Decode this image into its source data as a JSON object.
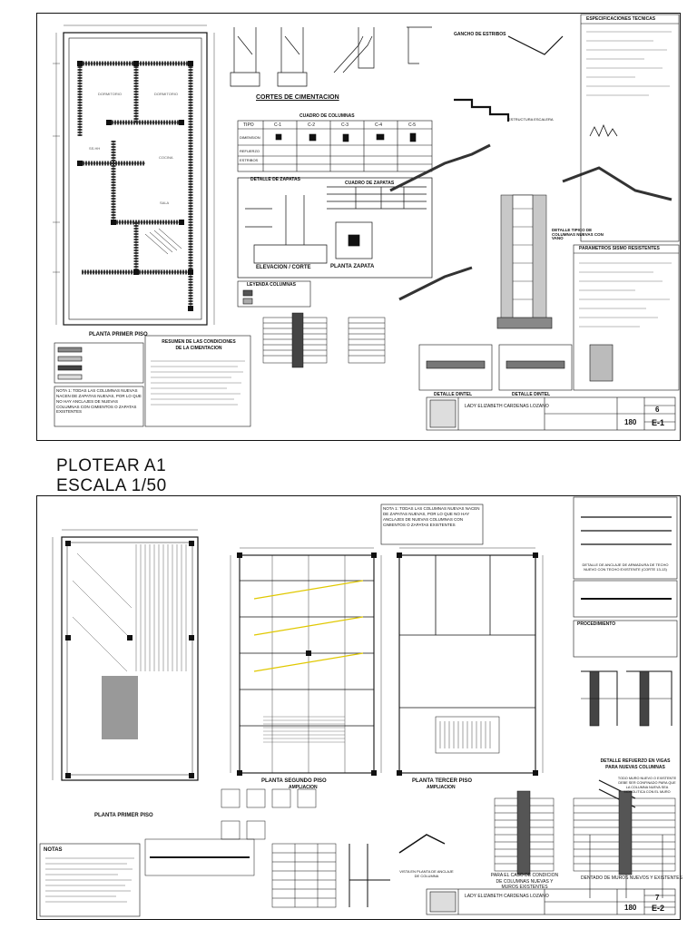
{
  "sheet1": {
    "plan_title": "PLANTA PRIMER PISO",
    "cortes_title": "CORTES DE CIMENTACION",
    "cuadro_columnas": {
      "title": "CUADRO DE COLUMNAS",
      "headers": [
        "TIPO",
        "C-1",
        "C-2",
        "C-3",
        "C-4",
        "C-5"
      ],
      "row_labels": [
        "DIMENSION",
        "REFUERZO",
        "ESTRIBOS"
      ]
    },
    "zapatas_title": "DETALLE DE ZAPATAS",
    "zapatas_sub": "CUADRO DE ZAPATAS",
    "elevacion_corte": "ELEVACION / CORTE",
    "planta_zapata": "PLANTA ZAPATA",
    "leyenda_columnas": "LEYENDA COLUMNAS",
    "especificaciones": "ESPECIFICACIONES TECNICAS",
    "parametros": "PARAMETROS SISMO RESISTENTES",
    "detalle_columnas_vano": "DETALLE TIPICO DE COLUMNAS NUEVAS CON VANO",
    "resumen": "RESUMEN DE LAS CONDICIONES DE LA CIMENTACION",
    "detalle_dintel_1": "DETALLE DINTEL",
    "detalle_dintel_2": "DETALLE DINTEL",
    "nota": "NOTA 1: TODAS LAS COLUMNAS NUEVAS NACEN DE ZAPATAS NUEVAS, POR LO QUE NO HAY ANCLAJES DE NUEVAS COLUMNAS CON CIMIENTOS O ZAPATAS EXISTENTES",
    "cimientos_title": "CUADRO DE CIMIENTOS",
    "escalera": "ESTRUCTURA ESCALERA",
    "ganchos": "GANCHO DE ESTRIBOS",
    "title_block": {
      "name": "LADY ELIZABETH CARDENAS LOZANO",
      "sheet_number": "6",
      "scale": "180",
      "plan_code": "E-1"
    }
  },
  "print_note": {
    "line1": "PLOTEAR A1",
    "line2": "ESCALA 1/50"
  },
  "sheet2": {
    "plan_primer": "PLANTA PRIMER PISO",
    "plan_segundo": "PLANTA SEGUNDO PISO",
    "plan_segundo_sub": "AMPLIACION",
    "plan_tercer": "PLANTA TERCER PISO",
    "plan_tercer_sub": "AMPLIACION",
    "nota": "NOTA 1: TODAS LAS COLUMNAS NUEVAS NACEN DE ZAPATAS NUEVAS, POR LO QUE NO HAY ANCLAJES DE NUEVAS COLUMNAS CON CIMIENTOS O ZAPATAS EXISTENTES",
    "detalle_anclaje": "DETALLE DE ANCLAJE DE ARMADURA DE TECHO NUEVO CON TECHO EXISTENTE (CORTE 13-13)",
    "procedimiento": "PROCEDIMIENTO",
    "detalle_refuerzo": "DETALLE REFUERZO EN VIGAS PARA NUEVAS COLUMNAS",
    "muro_nuevo": "TODO MURO NUEVO O EXISTENTE DEBE SER CONFINADO PARA QUE LA COLUMNA NUEVA SEA MONOLITICA CON EL MURO",
    "caso_condicion": "PARA EL CASO DE CONDICION DE COLUMNAS NUEVAS Y MUROS EXISTENTES",
    "dentado": "DENTADO DE MUROS NUEVOS Y EXISTENTES",
    "vista_planta": "VISTA EN PLANTA DE ANCLAJE DE COLUMNA",
    "notas_title": "NOTAS",
    "title_block": {
      "name": "LADY ELIZABETH CARDENAS LOZANO",
      "sheet_number": "7",
      "scale": "180",
      "plan_code": "E-2"
    }
  }
}
